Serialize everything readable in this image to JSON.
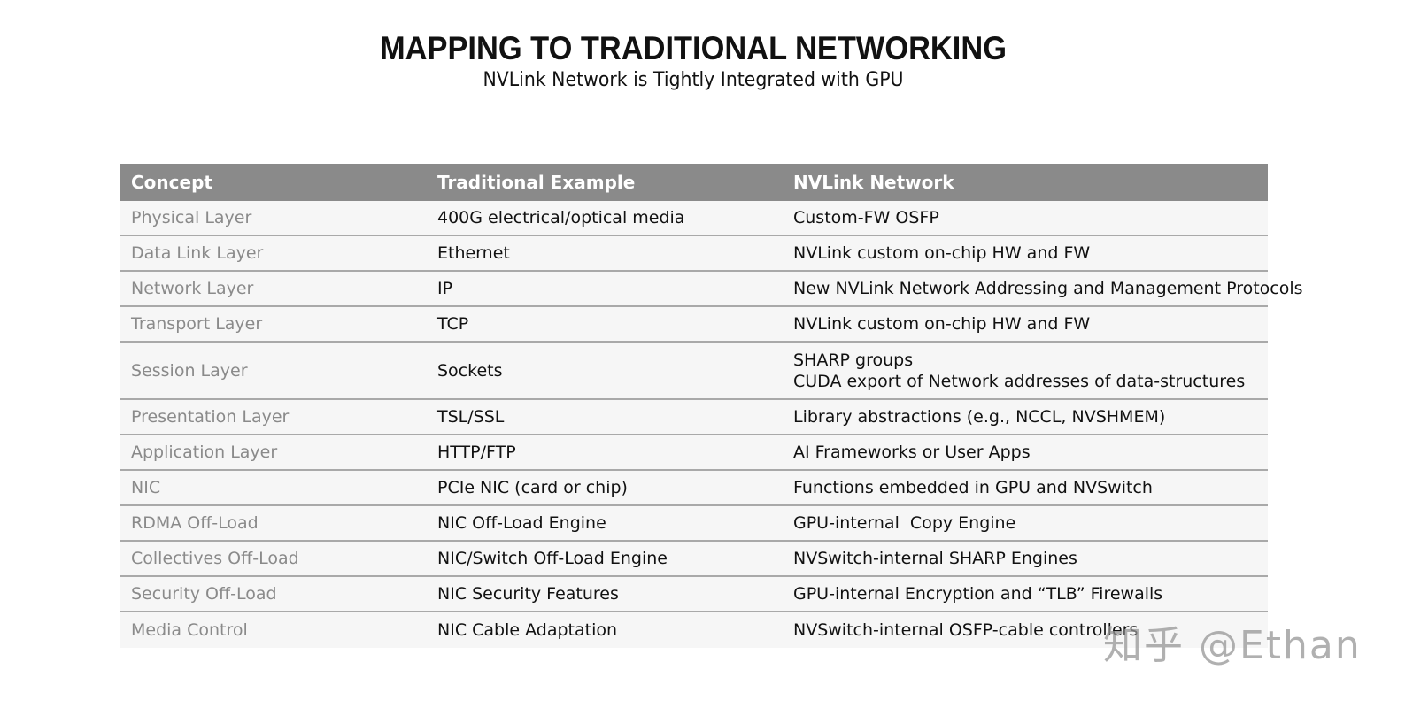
{
  "slide": {
    "title": "MAPPING TO TRADITIONAL NETWORKING",
    "subtitle": "NVLink Network is Tightly Integrated with GPU"
  },
  "table": {
    "headers": [
      "Concept",
      "Traditional Example",
      "NVLink Network"
    ],
    "header_bg": "#8a8a8a",
    "row_bg": "#f6f6f6",
    "rows": [
      {
        "concept": "Physical Layer",
        "traditional": "400G electrical/optical media",
        "nvlink": [
          "Custom-FW OSFP"
        ]
      },
      {
        "concept": "Data Link Layer",
        "traditional": "Ethernet",
        "nvlink": [
          "NVLink custom on-chip HW and FW"
        ]
      },
      {
        "concept": "Network Layer",
        "traditional": "IP",
        "nvlink": [
          "New NVLink Network Addressing and Management Protocols"
        ]
      },
      {
        "concept": "Transport Layer",
        "traditional": "TCP",
        "nvlink": [
          "NVLink custom on-chip HW and FW"
        ]
      },
      {
        "concept": "Session Layer",
        "traditional": "Sockets",
        "nvlink": [
          "SHARP groups",
          "CUDA export of Network addresses of data-structures"
        ]
      },
      {
        "concept": "Presentation Layer",
        "traditional": "TSL/SSL",
        "nvlink": [
          "Library abstractions (e.g., NCCL, NVSHMEM)"
        ]
      },
      {
        "concept": "Application Layer",
        "traditional": "HTTP/FTP",
        "nvlink": [
          "AI Frameworks or User Apps"
        ]
      },
      {
        "concept": "NIC",
        "traditional": "PCIe NIC (card or chip)",
        "nvlink": [
          "Functions embedded in GPU and NVSwitch"
        ]
      },
      {
        "concept": "RDMA Off-Load",
        "traditional": "NIC Off-Load Engine",
        "nvlink": [
          "GPU-internal  Copy Engine"
        ]
      },
      {
        "concept": "Collectives Off-Load",
        "traditional": "NIC/Switch Off-Load Engine",
        "nvlink": [
          "NVSwitch-internal SHARP Engines"
        ]
      },
      {
        "concept": "Security Off-Load",
        "traditional": "NIC Security Features",
        "nvlink": [
          "GPU-internal Encryption and “TLB” Firewalls"
        ]
      },
      {
        "concept": "Media Control",
        "traditional": "NIC Cable Adaptation",
        "nvlink": [
          "NVSwitch-internal OSFP-cable controllers"
        ]
      }
    ]
  },
  "watermark": {
    "text": "知乎 @Ethan"
  }
}
